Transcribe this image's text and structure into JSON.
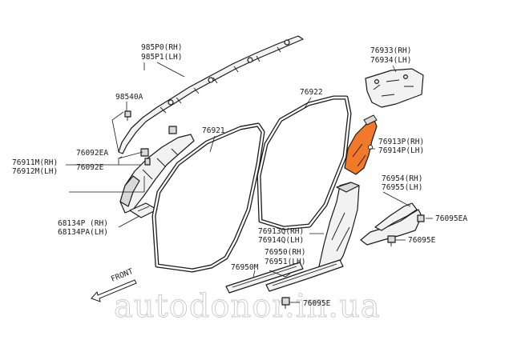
{
  "colors": {
    "highlight": "#f07a2a",
    "line": "#1a1a1a",
    "watermark": "#c8c8c8"
  },
  "callouts": {
    "airbag_rh": "985P0(RH)",
    "airbag_lh": "985P1(LH)",
    "clip_98540a": "98540A",
    "front_pillar_rh": "76911M(RH)",
    "front_pillar_lh": "76912M(LH)",
    "clip_76092ea": "76092EA",
    "clip_76092e": "76092E",
    "front_seal": "76921",
    "rear_seal": "76922",
    "rear_pillar_rh": "76933(RH)",
    "rear_pillar_lh": "76934(LH)",
    "center_upper_rh": "76913P(RH)",
    "center_upper_lh": "76914P(LH)",
    "kick_plate_rh": "76954(RH)",
    "kick_plate_lh": "76955(LH)",
    "clip_76095ea": "76095EA",
    "clip_76095e_a": "76095E",
    "center_lower_rh": "76913Q(RH)",
    "center_lower_lh": "76914Q(LH)",
    "sill_rh": "76950(RH)",
    "sill_lh": "76951(LH)",
    "sill_front": "76950M",
    "clip_76095e_b": "76095E",
    "cover_rh": "68134P (RH)",
    "cover_lh": "68134PA(LH)",
    "front_arrow": "FRONT"
  },
  "watermark": "autodonor.in.ua",
  "icons": {
    "front_arrow": "arrow-down-left-icon"
  }
}
